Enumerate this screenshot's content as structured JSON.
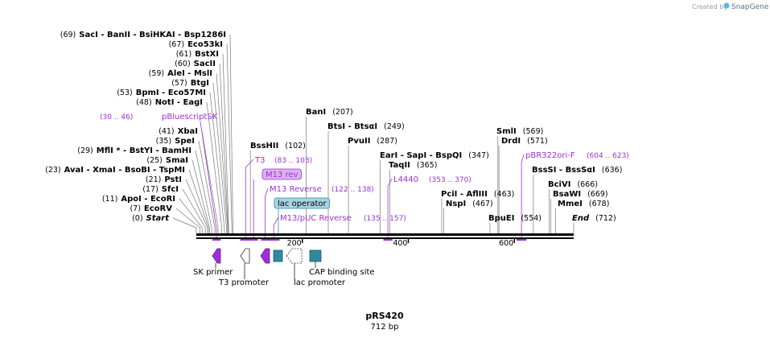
{
  "watermark": {
    "created_by": "Created by",
    "brand": "SnapGene"
  },
  "plasmid": {
    "name": "pRS420",
    "length": "712 bp"
  },
  "scale": [
    {
      "label": "200",
      "bp": 200
    },
    {
      "label": "400",
      "bp": 400
    },
    {
      "label": "600",
      "bp": 600
    }
  ],
  "left_sites": [
    {
      "pos": "(69)",
      "names": "SacI   - BanII   - BsiHKAI   - Bsp1286I",
      "bp": 69
    },
    {
      "pos": "(67)",
      "names": "Eco53kI",
      "bp": 67
    },
    {
      "pos": "(61)",
      "names": "BstXI",
      "bp": 61
    },
    {
      "pos": "(60)",
      "names": "SacII",
      "bp": 60
    },
    {
      "pos": "(59)",
      "names": "AleI   - MslI",
      "bp": 59
    },
    {
      "pos": "(57)",
      "names": "BtgI",
      "bp": 57
    },
    {
      "pos": "(53)",
      "names": "BpmI   - Eco57MI",
      "bp": 53
    },
    {
      "pos": "(48)",
      "names": "NotI   - EagI",
      "bp": 48
    },
    {
      "pos": "(41)",
      "names": "XbaI",
      "bp": 41
    },
    {
      "pos": "(35)",
      "names": "SpeI",
      "bp": 35
    },
    {
      "pos": "(29)",
      "names": "MflI *  - BstYI   - BamHI",
      "bp": 29
    },
    {
      "pos": "(25)",
      "names": "SmaI",
      "bp": 25
    },
    {
      "pos": "(23)",
      "names": "AvaI   - XmaI   - BsoBI   - TspMI",
      "bp": 23
    },
    {
      "pos": "(21)",
      "names": "PstI",
      "bp": 21
    },
    {
      "pos": "(17)",
      "names": "SfcI",
      "bp": 17
    },
    {
      "pos": "(11)",
      "names": "ApoI   - EcoRI",
      "bp": 11
    },
    {
      "pos": "(7)",
      "names": "EcoRV",
      "bp": 7
    },
    {
      "pos": "(0)",
      "names": "Start",
      "bp": 0
    }
  ],
  "right_sites": [
    {
      "names": "BssHII",
      "pos": "(102)",
      "bp": 102
    },
    {
      "names": "BanI",
      "pos": "(207)",
      "bp": 207
    },
    {
      "names": "BtsI   - BtsαI",
      "pos": "(249)",
      "bp": 249
    },
    {
      "names": "PvuII",
      "pos": "(287)",
      "bp": 287
    },
    {
      "names": "EarI   - SapI   - BspQI",
      "pos": "(347)",
      "bp": 347
    },
    {
      "names": "TaqII",
      "pos": "(365)",
      "bp": 365
    },
    {
      "names": "PciI   - AflIII",
      "pos": "(463)",
      "bp": 463
    },
    {
      "names": "NspI",
      "pos": "(467)",
      "bp": 467
    },
    {
      "names": "SmlI",
      "pos": "(569)",
      "bp": 569
    },
    {
      "names": "DrdI",
      "pos": "(571)",
      "bp": 571
    },
    {
      "names": "BpuEI",
      "pos": "(554)",
      "bp": 554
    },
    {
      "names": "BssSI   - BssSαI",
      "pos": "(636)",
      "bp": 636
    },
    {
      "names": "BciVI",
      "pos": "(666)",
      "bp": 666
    },
    {
      "names": "BsaWI",
      "pos": "(669)",
      "bp": 669
    },
    {
      "names": "MmeI",
      "pos": "(678)",
      "bp": 678
    },
    {
      "names": "End",
      "pos": "(712)",
      "bp": 712
    }
  ],
  "primers": [
    {
      "name": "pBluescriptSK",
      "range": "(30 .. 46)",
      "start": 30,
      "end": 46
    },
    {
      "name": "T3",
      "range": "(83 .. 103)",
      "start": 83,
      "end": 103
    },
    {
      "name": "M13 rev",
      "range": "",
      "start": 100,
      "end": 116
    },
    {
      "name": "M13 Reverse",
      "range": "(122 .. 138)",
      "start": 122,
      "end": 138
    },
    {
      "name": "L4440",
      "range": "(353 .. 370)",
      "start": 353,
      "end": 370
    },
    {
      "name": "M13/pUC Reverse",
      "range": "(135 .. 157)",
      "start": 135,
      "end": 157
    },
    {
      "name": "pBR322ori-F",
      "range": "(604 .. 623)",
      "start": 604,
      "end": 623
    }
  ],
  "features": [
    {
      "name": "lac operator",
      "bp": 150
    },
    {
      "name": "SK primer",
      "bp": 35
    },
    {
      "name": "T3 promoter",
      "bp": 90
    },
    {
      "name": "lac promoter",
      "bp": 185
    },
    {
      "name": "CAP binding site",
      "bp": 222
    }
  ],
  "colors": {
    "primer": "#9b30d9",
    "feature_fill": "#2f8aa0",
    "operator_fill": "#a8d4e3",
    "rev_fill": "#d9b3f0"
  }
}
